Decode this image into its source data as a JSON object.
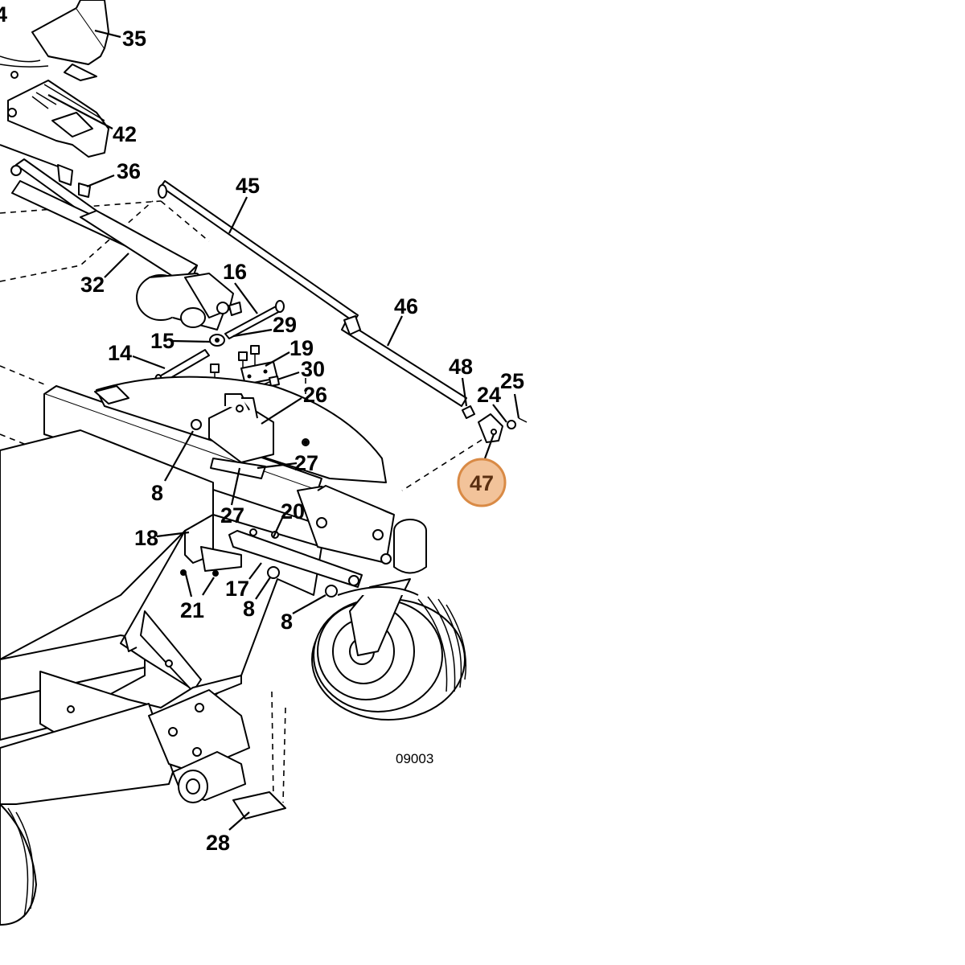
{
  "callouts": [
    {
      "id": "c35",
      "label": "35"
    },
    {
      "id": "c42",
      "label": "42"
    },
    {
      "id": "c36",
      "label": "36"
    },
    {
      "id": "c45",
      "label": "45"
    },
    {
      "id": "c32",
      "label": "32"
    },
    {
      "id": "c16",
      "label": "16"
    },
    {
      "id": "c46",
      "label": "46"
    },
    {
      "id": "c29",
      "label": "29"
    },
    {
      "id": "c15",
      "label": "15"
    },
    {
      "id": "c14",
      "label": "14"
    },
    {
      "id": "c19",
      "label": "19"
    },
    {
      "id": "c30",
      "label": "30"
    },
    {
      "id": "c48",
      "label": "48"
    },
    {
      "id": "c25",
      "label": "25"
    },
    {
      "id": "c24",
      "label": "24"
    },
    {
      "id": "c26",
      "label": "26"
    },
    {
      "id": "c27a",
      "label": "27"
    },
    {
      "id": "c27b",
      "label": "27"
    },
    {
      "id": "c8a",
      "label": "8"
    },
    {
      "id": "c20",
      "label": "20"
    },
    {
      "id": "c18",
      "label": "18"
    },
    {
      "id": "c17",
      "label": "17"
    },
    {
      "id": "c21",
      "label": "21"
    },
    {
      "id": "c8b",
      "label": "8"
    },
    {
      "id": "c8c",
      "label": "8"
    },
    {
      "id": "c28",
      "label": "28"
    },
    {
      "id": "c4",
      "label": "4"
    }
  ],
  "highlight": {
    "label": "47",
    "fill": "#f2c39a",
    "stroke": "#d98a45"
  },
  "drawing_code": "09003"
}
